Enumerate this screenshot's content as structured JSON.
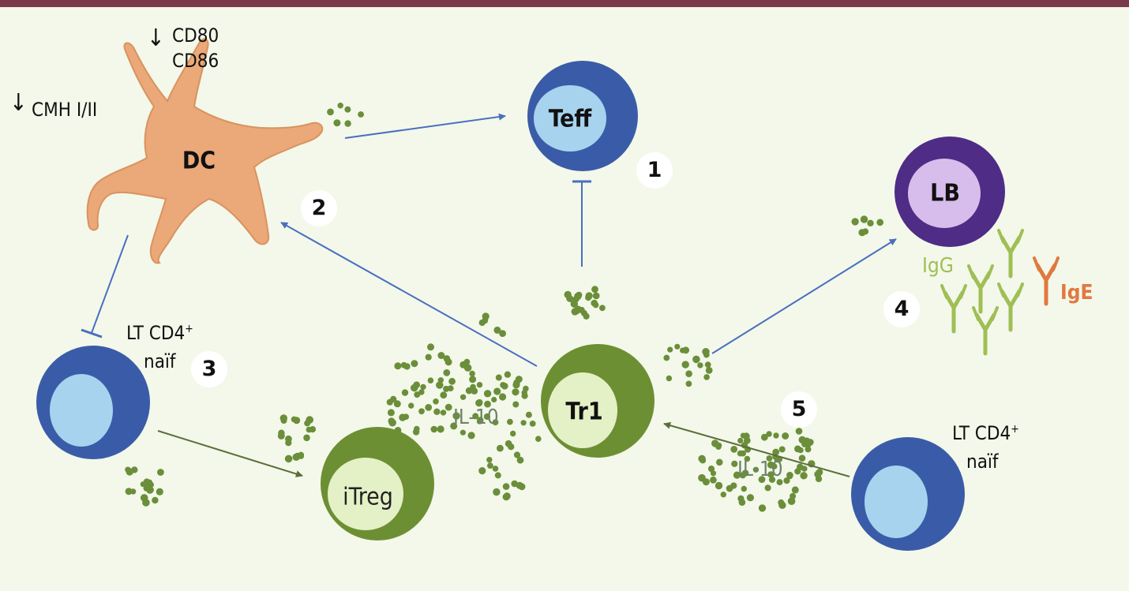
{
  "colors": {
    "background": "#f3f8ea",
    "top_bar": "#7b3a4c",
    "dc_body": "#eba878",
    "blue_cell": "#3a5ca8",
    "blue_nucleus": "#a8d3ef",
    "green_cell": "#6d8f33",
    "green_nucleus": "#e4f0c6",
    "purple_cell": "#4f2c86",
    "purple_nucleus": "#d6bdeb",
    "cytokine": "#6b8e3a",
    "arrow_blue": "#4a6fc0",
    "arrow_green": "#5b6e3c",
    "igg": "#9fbf55",
    "ige": "#e0793f"
  },
  "cells": {
    "dc": "DC",
    "teff": "Teff",
    "lb": "LB",
    "tr1": "Tr1",
    "itreg": "iTreg",
    "lt_naive_left": {
      "line1": "LT CD4",
      "sup": "+",
      "line2": "naïf"
    },
    "lt_naive_right": {
      "line1": "LT CD4",
      "sup": "+",
      "line2": "naïf"
    }
  },
  "markers": {
    "cd80": "CD80",
    "cd86": "CD86",
    "cmh": "CMH I/II",
    "down_arrow": "↓"
  },
  "cytokines": {
    "il10_center": "IL-10",
    "il10_right": "IL-10"
  },
  "antibodies": {
    "igg": "IgG",
    "ige": "IgE"
  },
  "steps": [
    "1",
    "2",
    "3",
    "4",
    "5"
  ]
}
